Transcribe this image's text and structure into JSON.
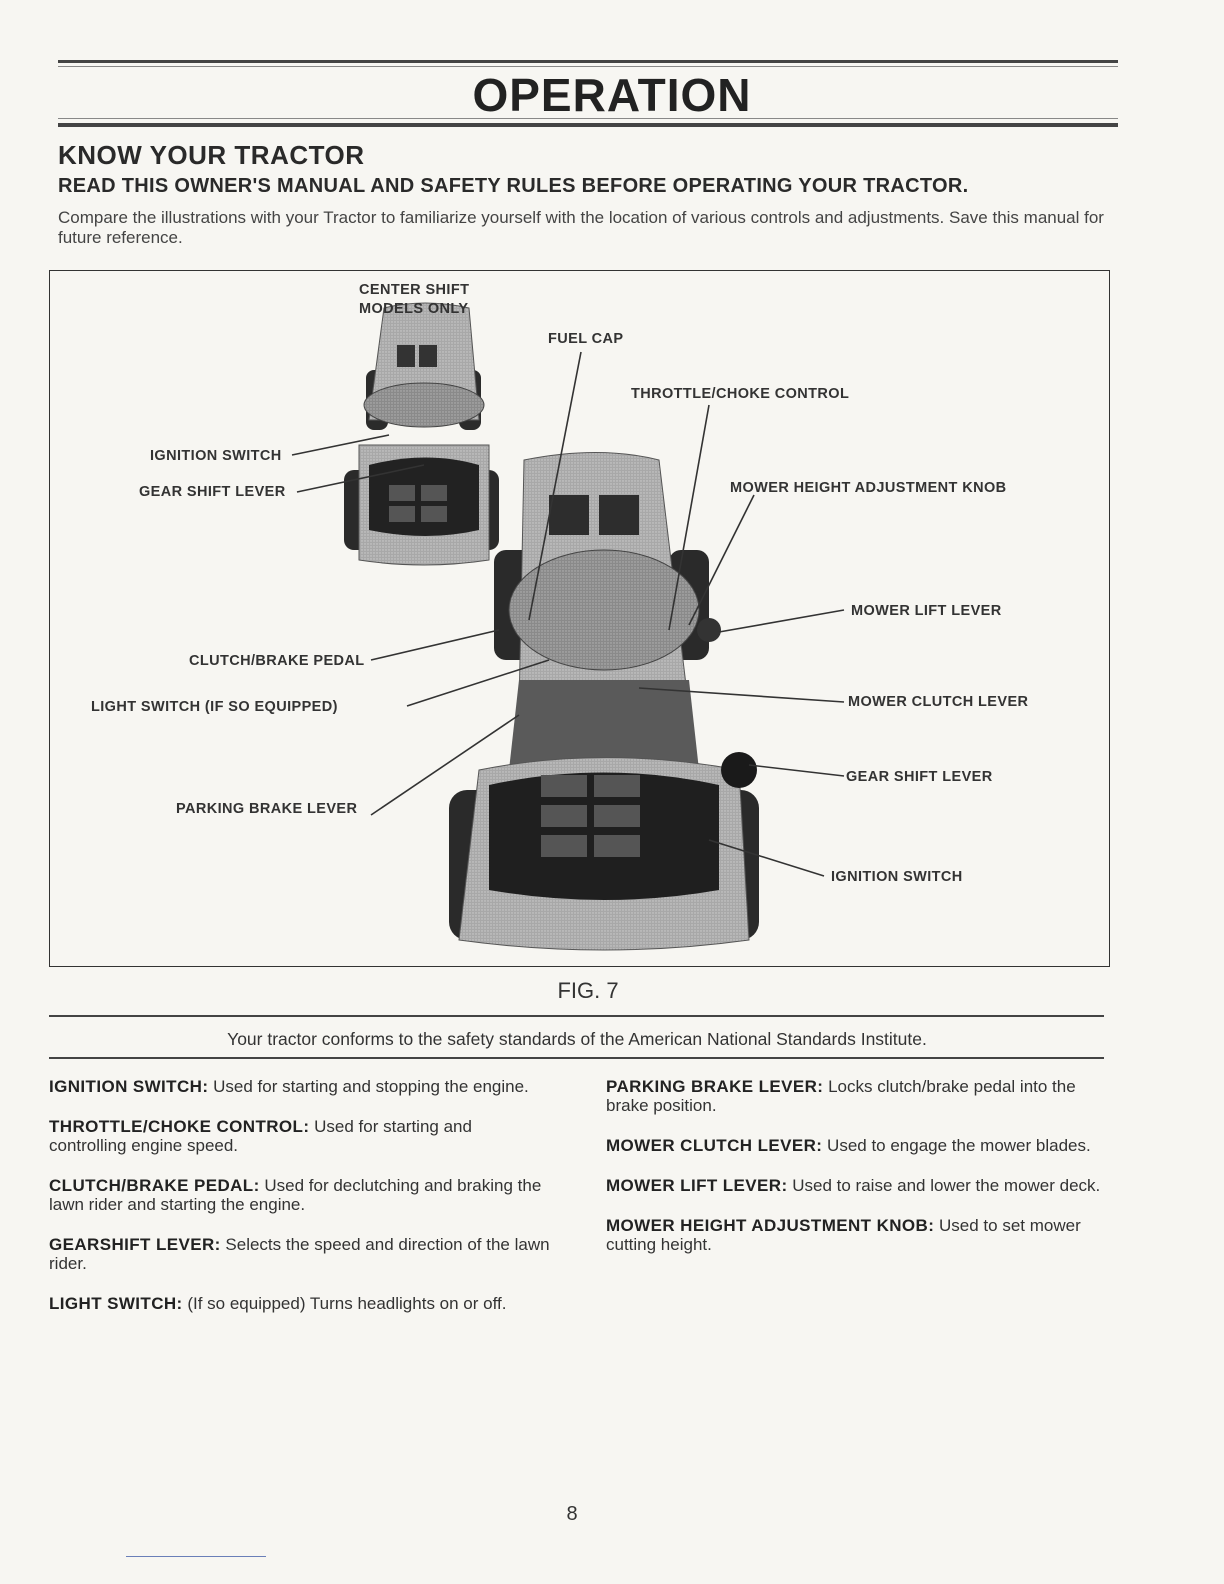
{
  "header": {
    "title": "OPERATION"
  },
  "section": {
    "title": "KNOW YOUR TRACTOR",
    "subhead": "READ THIS OWNER'S MANUAL AND SAFETY RULES BEFORE OPERATING YOUR TRACTOR.",
    "intro": "Compare the illustrations with your Tractor to familiarize yourself with the location of various controls and adjustments. Save this manual for future reference."
  },
  "figure": {
    "inset_label_line1": "CENTER SHIFT",
    "inset_label_line2": "MODELS ONLY",
    "callouts": {
      "fuel_cap": "FUEL CAP",
      "throttle_choke": "THROTTLE/CHOKE CONTROL",
      "mower_height": "MOWER HEIGHT ADJUSTMENT KNOB",
      "mower_lift": "MOWER LIFT LEVER",
      "mower_clutch": "MOWER CLUTCH LEVER",
      "gear_shift_right": "GEAR SHIFT LEVER",
      "ignition_right": "IGNITION SWITCH",
      "ignition_left": "IGNITION SWITCH",
      "gear_shift_left": "GEAR SHIFT LEVER",
      "clutch_brake": "CLUTCH/BRAKE PEDAL",
      "light_switch": "LIGHT SWITCH (IF SO EQUIPPED)",
      "parking_brake": "PARKING BRAKE LEVER"
    },
    "caption": "FIG. 7"
  },
  "conformance": "Your tractor conforms to the safety standards of the American National Standards Institute.",
  "definitions": {
    "left": [
      {
        "term": "IGNITION SWITCH:",
        "text": " Used for starting and stopping the engine."
      },
      {
        "term": "THROTTLE/CHOKE CONTROL:",
        "text": " Used for starting and controlling engine speed."
      },
      {
        "term": "CLUTCH/BRAKE PEDAL:",
        "text": " Used for declutching and braking the lawn rider and starting the engine."
      },
      {
        "term": "GEARSHIFT LEVER:",
        "text": " Selects the speed and direction of the lawn rider."
      },
      {
        "term": "LIGHT SWITCH:",
        "text": " (If so equipped) Turns headlights on or off."
      }
    ],
    "right": [
      {
        "term": "PARKING BRAKE LEVER:",
        "text": " Locks clutch/brake pedal into the brake position."
      },
      {
        "term": "MOWER CLUTCH LEVER:",
        "text": " Used to engage the mower blades."
      },
      {
        "term": "MOWER LIFT LEVER:",
        "text": " Used to raise and lower the mower deck."
      },
      {
        "term": "MOWER HEIGHT ADJUSTMENT KNOB:",
        "text": " Used to set mower cutting height."
      }
    ]
  },
  "page_number": "8"
}
